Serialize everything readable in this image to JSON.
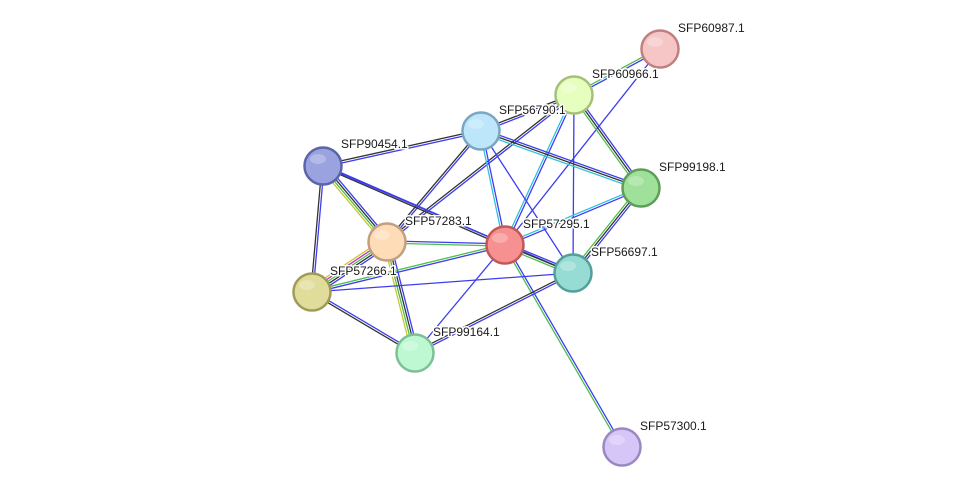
{
  "network": {
    "nodes": [
      {
        "id": "n1",
        "label": "SFP60987.1",
        "fill": "#f6c6c6",
        "stroke": "#c08080"
      },
      {
        "id": "n2",
        "label": "SFP60966.1",
        "fill": "#e6ffbe",
        "stroke": "#a6c07a"
      },
      {
        "id": "n3",
        "label": "SFP56790.1",
        "fill": "#bde6fb",
        "stroke": "#7aa6c0"
      },
      {
        "id": "n4",
        "label": "SFP90454.1",
        "fill": "#9aa3e0",
        "stroke": "#5a64a8"
      },
      {
        "id": "n5",
        "label": "SFP99198.1",
        "fill": "#9fe09a",
        "stroke": "#5e9e58"
      },
      {
        "id": "n6",
        "label": "SFP57283.1",
        "fill": "#ffdcb8",
        "stroke": "#c0a080"
      },
      {
        "id": "n7",
        "label": "SFP57295.1",
        "fill": "#f79090",
        "stroke": "#c05858"
      },
      {
        "id": "n8",
        "label": "SFP56697.1",
        "fill": "#96dcd4",
        "stroke": "#52a098"
      },
      {
        "id": "n9",
        "label": "SFP57266.1",
        "fill": "#e0dc9a",
        "stroke": "#a09c58"
      },
      {
        "id": "n10",
        "label": "SFP99164.1",
        "fill": "#bef8d2",
        "stroke": "#7ec096"
      },
      {
        "id": "n11",
        "label": "SFP57300.1",
        "fill": "#d6c6f8",
        "stroke": "#9a88c0"
      }
    ],
    "edges": [
      {
        "source": "n1",
        "target": "n2",
        "colors": [
          "#3d3df0",
          "#4cbf4c"
        ]
      },
      {
        "source": "n1",
        "target": "n7",
        "colors": [
          "#3d3df0"
        ]
      },
      {
        "source": "n2",
        "target": "n3",
        "colors": [
          "#3d3df0",
          "#333333"
        ]
      },
      {
        "source": "n2",
        "target": "n5",
        "colors": [
          "#3d3df0",
          "#333333",
          "#4cbf4c"
        ]
      },
      {
        "source": "n2",
        "target": "n7",
        "colors": [
          "#3d3df0",
          "#33c0e0"
        ]
      },
      {
        "source": "n2",
        "target": "n8",
        "colors": [
          "#3d3df0"
        ]
      },
      {
        "source": "n2",
        "target": "n6",
        "colors": [
          "#3d3df0",
          "#333333"
        ]
      },
      {
        "source": "n3",
        "target": "n4",
        "colors": [
          "#3d3df0",
          "#333333"
        ]
      },
      {
        "source": "n3",
        "target": "n5",
        "colors": [
          "#3d3df0",
          "#333333",
          "#33c0e0"
        ]
      },
      {
        "source": "n3",
        "target": "n6",
        "colors": [
          "#3d3df0",
          "#333333"
        ]
      },
      {
        "source": "n3",
        "target": "n7",
        "colors": [
          "#3d3df0",
          "#33c0e0"
        ]
      },
      {
        "source": "n3",
        "target": "n8",
        "colors": [
          "#3d3df0"
        ]
      },
      {
        "source": "n4",
        "target": "n6",
        "colors": [
          "#3d3df0",
          "#333333",
          "#4cbf4c",
          "#c8c830"
        ]
      },
      {
        "source": "n4",
        "target": "n7",
        "colors": [
          "#3d3df0",
          "#333333"
        ]
      },
      {
        "source": "n4",
        "target": "n9",
        "colors": [
          "#3d3df0",
          "#333333"
        ]
      },
      {
        "source": "n4",
        "target": "n8",
        "colors": [
          "#3d3df0"
        ]
      },
      {
        "source": "n5",
        "target": "n7",
        "colors": [
          "#3d3df0",
          "#33c0e0"
        ]
      },
      {
        "source": "n5",
        "target": "n8",
        "colors": [
          "#3d3df0",
          "#333333",
          "#4cbf4c"
        ]
      },
      {
        "source": "n6",
        "target": "n7",
        "colors": [
          "#3d3df0",
          "#4cbf4c"
        ]
      },
      {
        "source": "n6",
        "target": "n9",
        "colors": [
          "#3d3df0",
          "#333333",
          "#4cbf4c",
          "#c030c0",
          "#c8c830"
        ]
      },
      {
        "source": "n6",
        "target": "n10",
        "colors": [
          "#3d3df0",
          "#333333",
          "#4cbf4c",
          "#c8c830"
        ]
      },
      {
        "source": "n7",
        "target": "n8",
        "colors": [
          "#3d3df0",
          "#333333",
          "#4cbf4c"
        ]
      },
      {
        "source": "n7",
        "target": "n9",
        "colors": [
          "#3d3df0",
          "#4cbf4c"
        ]
      },
      {
        "source": "n7",
        "target": "n10",
        "colors": [
          "#3d3df0"
        ]
      },
      {
        "source": "n7",
        "target": "n11",
        "colors": [
          "#3d3df0",
          "#4cbf4c"
        ]
      },
      {
        "source": "n8",
        "target": "n10",
        "colors": [
          "#3d3df0",
          "#333333"
        ]
      },
      {
        "source": "n9",
        "target": "n10",
        "colors": [
          "#3d3df0",
          "#333333"
        ]
      },
      {
        "source": "n9",
        "target": "n8",
        "colors": [
          "#3d3df0"
        ]
      }
    ]
  }
}
